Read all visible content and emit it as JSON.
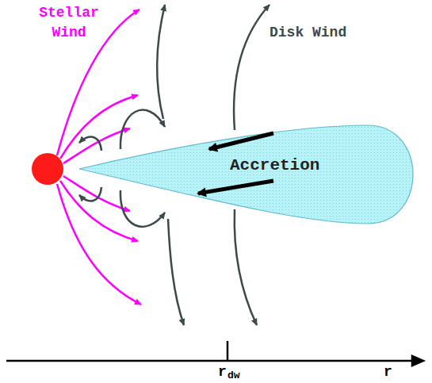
{
  "diagram": {
    "nodes": [
      {
        "text": [
          "Accretion"
        ]
      }
    ],
    "labels": [
      "Stellar Wind",
      "Disk Wind",
      "r",
      "dw",
      "r"
    ]
  }
}
